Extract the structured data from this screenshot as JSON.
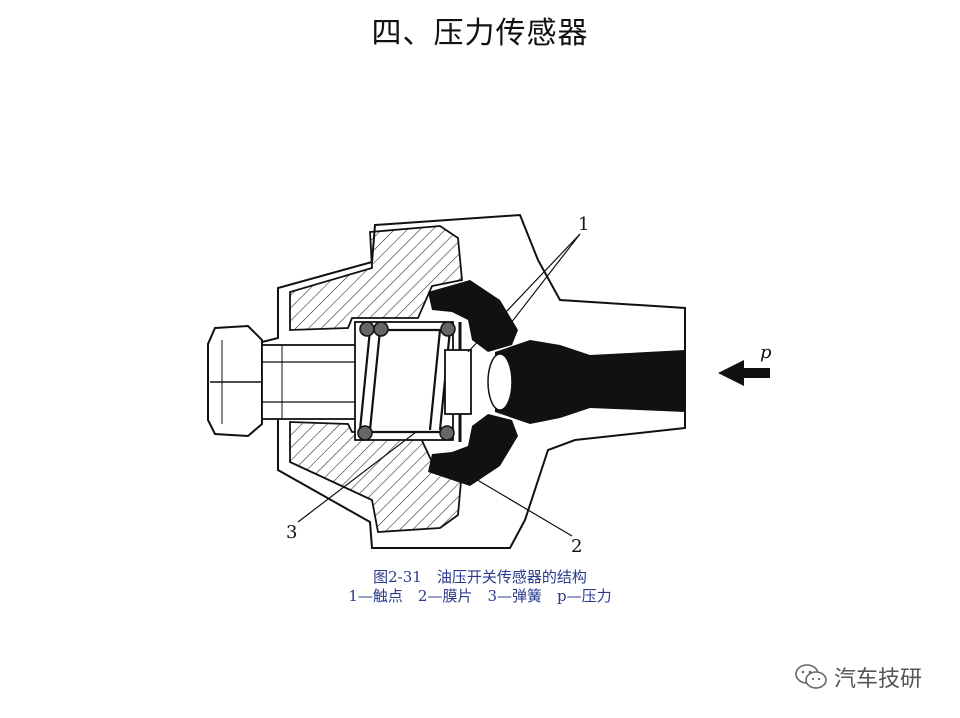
{
  "slide": {
    "title": "四、压力传感器"
  },
  "diagram": {
    "callouts": {
      "c1": "1",
      "c2": "2",
      "c3": "3",
      "p": "p"
    }
  },
  "caption": {
    "line1": "图2-31　油压开关传感器的结构",
    "line2": "1—触点　2—膜片　3—弹簧　p—压力"
  },
  "watermark": {
    "text": "汽车技研",
    "icon": "wechat-icon"
  },
  "colors": {
    "caption": "#2a3a8c",
    "ink": "#111111"
  }
}
